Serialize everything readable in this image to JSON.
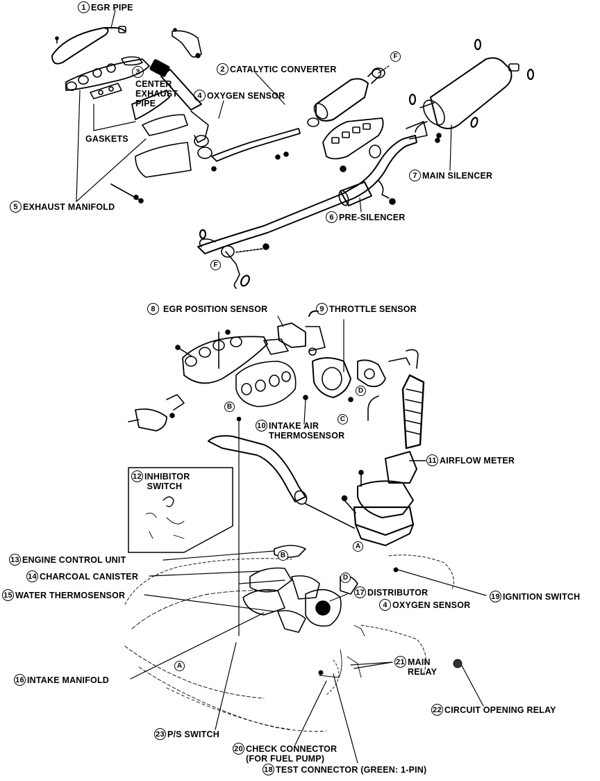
{
  "figure": {
    "title": "Engine control system component locations",
    "colors": {
      "ink": "#000000",
      "paper": "#ffffff"
    }
  },
  "labels": [
    {
      "id": "egr-pipe",
      "number": "1",
      "text": "EGR PIPE"
    },
    {
      "id": "catalytic-converter",
      "number": "2",
      "text": "CATALYTIC CONVERTER"
    },
    {
      "id": "center-exhaust-pipe",
      "number": "3",
      "text": "CENTER\nEXHAUST\nPIPE"
    },
    {
      "id": "oxygen-sensor-top",
      "number": "4",
      "text": "OXYGEN SENSOR"
    },
    {
      "id": "gaskets",
      "number": "",
      "text": "GASKETS"
    },
    {
      "id": "exhaust-manifold",
      "number": "5",
      "text": "EXHAUST MANIFOLD"
    },
    {
      "id": "pre-silencer",
      "number": "6",
      "text": "PRE-SILENCER"
    },
    {
      "id": "main-silencer",
      "number": "7",
      "text": "MAIN SILENCER"
    },
    {
      "id": "egr-position-sensor",
      "number": "8",
      "text": "EGR POSITION SENSOR"
    },
    {
      "id": "throttle-sensor",
      "number": "9",
      "text": "THROTTLE SENSOR"
    },
    {
      "id": "intake-air-thermosensor",
      "number": "10",
      "text": "INTAKE AIR\nTHERMOSENSOR"
    },
    {
      "id": "airflow-meter",
      "number": "11",
      "text": "AIRFLOW METER"
    },
    {
      "id": "inhibitor-switch",
      "number": "12",
      "text": "INHIBITOR\n SWITCH"
    },
    {
      "id": "engine-control-unit",
      "number": "13",
      "text": "ENGINE CONTROL UNIT"
    },
    {
      "id": "charcoal-canister",
      "number": "14",
      "text": "CHARCOAL CANISTER"
    },
    {
      "id": "water-thermosensor",
      "number": "15",
      "text": "WATER THERMOSENSOR"
    },
    {
      "id": "distributor",
      "number": "17",
      "text": "DISTRIBUTOR"
    },
    {
      "id": "oxygen-sensor-bottom",
      "number": "4",
      "text": "OXYGEN SENSOR"
    },
    {
      "id": "ignition-switch",
      "number": "19",
      "text": "IGNITION SWITCH"
    },
    {
      "id": "intake-manifold",
      "number": "16",
      "text": "INTAKE MANIFOLD"
    },
    {
      "id": "main-relay",
      "number": "21",
      "text": "MAIN\nRELAY"
    },
    {
      "id": "circuit-opening-relay",
      "number": "22",
      "text": "CIRCUIT OPENING RELAY"
    },
    {
      "id": "ps-switch",
      "number": "23",
      "text": "P/S SWITCH"
    },
    {
      "id": "check-connector",
      "number": "20",
      "text": "CHECK CONNECTOR\n(FOR FUEL PUMP)"
    },
    {
      "id": "test-connector",
      "number": "18",
      "text": "TEST CONNECTOR (GREEN: 1-PIN)"
    }
  ],
  "refs": [
    {
      "id": "ref-f-top",
      "letter": "F"
    },
    {
      "id": "ref-f-bottom",
      "letter": "F"
    },
    {
      "id": "ref-b-upper",
      "letter": "B"
    },
    {
      "id": "ref-c-upper",
      "letter": "C"
    },
    {
      "id": "ref-d-upper",
      "letter": "D"
    },
    {
      "id": "ref-a-airbox",
      "letter": "A"
    },
    {
      "id": "ref-b-engine",
      "letter": "B"
    },
    {
      "id": "ref-d-engine",
      "letter": "D"
    },
    {
      "id": "ref-a-engine",
      "letter": "A"
    }
  ]
}
